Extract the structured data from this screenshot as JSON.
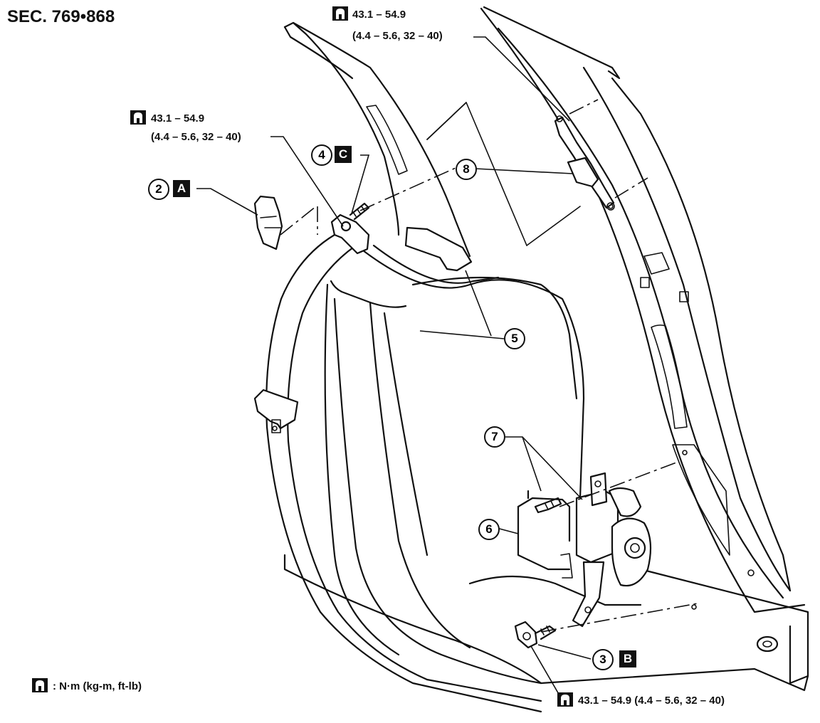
{
  "section_title": "SEC. 769•868",
  "torque_top": {
    "value": "43.1 – 54.9",
    "units": "(4.4 – 5.6, 32 – 40)",
    "icon": "torque-wrench-icon"
  },
  "torque_left": {
    "value": "43.1 – 54.9",
    "units": "(4.4 – 5.6, 32 – 40)",
    "icon": "torque-wrench-icon"
  },
  "torque_bottom": {
    "text": "43.1 – 54.9 (4.4 – 5.6, 32 – 40)",
    "icon": "torque-wrench-icon"
  },
  "legend": {
    "text": ": N·m (kg-m, ft-lb)",
    "icon": "torque-wrench-icon"
  },
  "callouts": [
    {
      "number": "2",
      "letter": "A"
    },
    {
      "number": "4",
      "letter": "C"
    },
    {
      "number": "8",
      "letter": ""
    },
    {
      "number": "5",
      "letter": ""
    },
    {
      "number": "7",
      "letter": ""
    },
    {
      "number": "6",
      "letter": ""
    },
    {
      "number": "3",
      "letter": "B"
    }
  ],
  "colors": {
    "ink": "#111111",
    "paper": "#ffffff"
  }
}
